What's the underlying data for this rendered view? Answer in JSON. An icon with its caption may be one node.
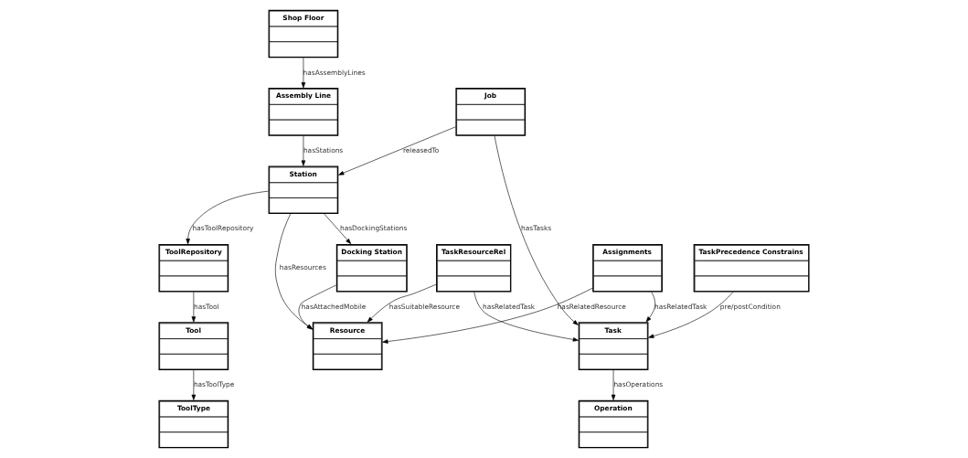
{
  "diagram": {
    "nodes": [
      {
        "text": [
          "Shop Floor"
        ]
      },
      {
        "text": [
          "Assembly Line"
        ]
      },
      {
        "text": [
          "Job"
        ]
      },
      {
        "text": [
          "ToolRepository"
        ]
      },
      {
        "text": [
          "Station"
        ]
      },
      {
        "text": [
          "TaskResourceRel"
        ]
      },
      {
        "text": [
          "Task"
        ]
      },
      {
        "text": [
          "Tool"
        ]
      },
      {
        "text": [
          "Docking Station"
        ]
      },
      {
        "text": [
          "Resource"
        ]
      },
      {
        "text": [
          "Operation"
        ]
      },
      {
        "text": [
          "TaskPrecedence Constrains"
        ]
      },
      {
        "text": [
          "ToolType"
        ]
      },
      {
        "text": [
          "Assignments"
        ]
      }
    ],
    "edges": [
      {
        "from": 0,
        "to": 1,
        "arrow": "to",
        "label": "hasAssemblyLines"
      },
      {
        "from": 1,
        "to": 4,
        "arrow": "to",
        "label": "hasStations"
      },
      {
        "from": 2,
        "to": 4,
        "arrow": "to",
        "label": "releasedTo"
      },
      {
        "from": 4,
        "to": 3,
        "arrow": "to",
        "label": "hasToolRepository"
      },
      {
        "from": 2,
        "to": 6,
        "arrow": "to",
        "label": "hasTasks"
      },
      {
        "from": 5,
        "to": 6,
        "arrow": "to",
        "label": "hasRelatedTask"
      },
      {
        "from": 3,
        "to": 7,
        "arrow": "to",
        "label": "hasTool"
      },
      {
        "from": 4,
        "to": 8,
        "arrow": "to",
        "label": "hasDockingStations"
      },
      {
        "from": 4,
        "to": 9,
        "arrow": "to",
        "label": "hasResources"
      },
      {
        "from": 5,
        "to": 9,
        "arrow": "to",
        "label": "hasSuitableResource"
      },
      {
        "from": 13,
        "to": 6,
        "arrow": "to",
        "label": "hasRelatedTask"
      },
      {
        "from": 6,
        "to": 10,
        "arrow": "to",
        "label": "hasOperations"
      },
      {
        "from": 11,
        "to": 6,
        "arrow": "to",
        "label": "pre/postCondition"
      },
      {
        "from": 7,
        "to": 12,
        "arrow": "to",
        "label": "hasToolType"
      },
      {
        "from": 8,
        "to": 9,
        "arrow": "to",
        "label": "hasAttachedMobile"
      },
      {
        "from": 13,
        "to": 9,
        "arrow": "to",
        "label": "hasRelatedResource"
      }
    ]
  }
}
